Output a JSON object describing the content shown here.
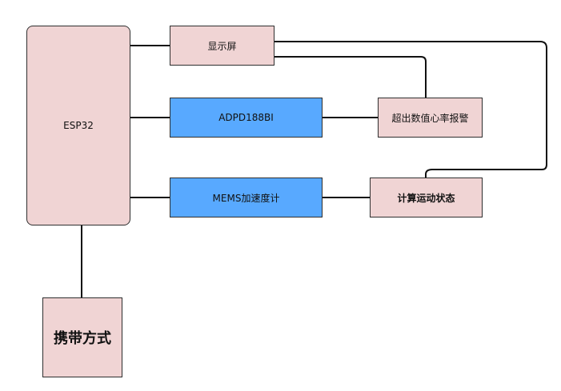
{
  "nodes": {
    "esp32": "ESP32",
    "display": "显示屏",
    "adpd": "ADPD188BI",
    "mems": "MEMS加速度计",
    "heart_rate_alarm": "超出数值心率报警",
    "motion_state": "计算运动状态",
    "carry_mode": "携带方式"
  },
  "colors": {
    "pink_fill": "#f0d4d4",
    "blue_fill": "#58a9ff",
    "line": "#111111"
  }
}
